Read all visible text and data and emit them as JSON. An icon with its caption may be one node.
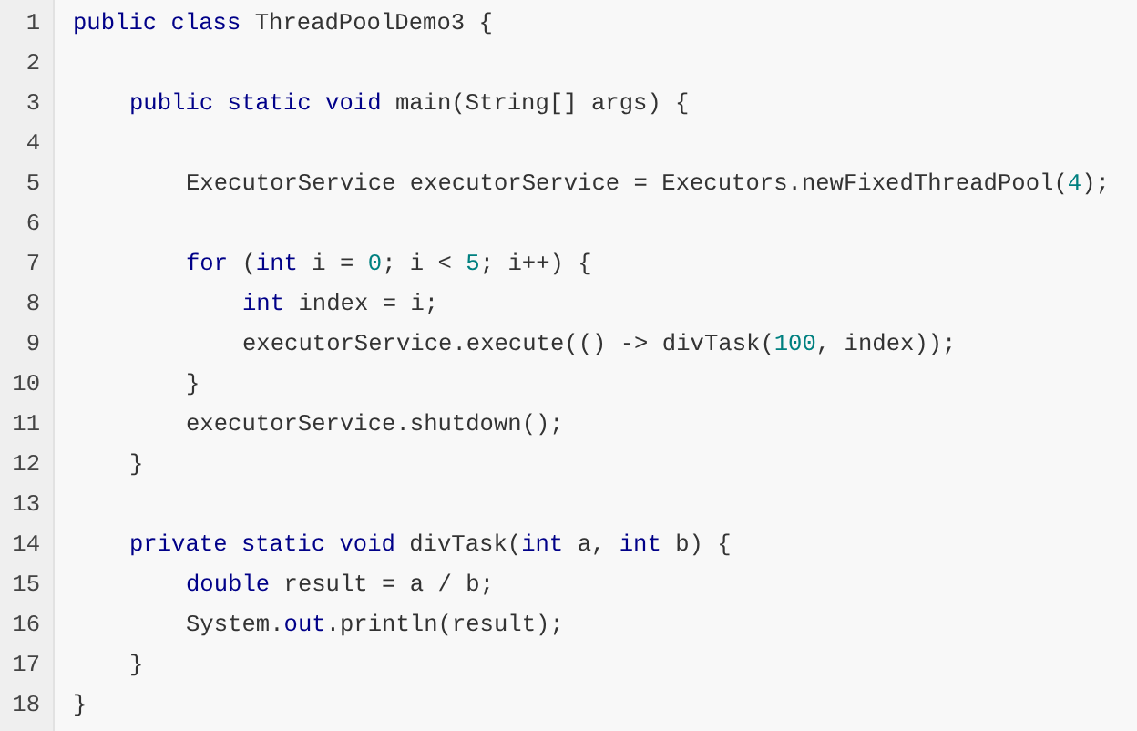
{
  "diagram": {
    "labels": [
      "1",
      "public class ThreadPoolDemo3 {",
      "2",
      "3",
      "public static void main(String[] args) {",
      "4",
      "5",
      "ExecutorService executorService = Executors.newFixedThreadPool(4);",
      "6",
      "7",
      "for (int i = 0; i < 5; i++) {",
      "8",
      "int index = i;",
      "9",
      "executorService.execute(() -> divTask(100, index));",
      "10",
      "}",
      "11",
      "executorService.shutdown();",
      "12",
      "}",
      "13",
      "14",
      "private static void divTask(int a, int b) {",
      "15",
      "double result = a / b;",
      "16",
      "System.out.println(result);",
      "17",
      "}",
      "18",
      "}"
    ]
  }
}
